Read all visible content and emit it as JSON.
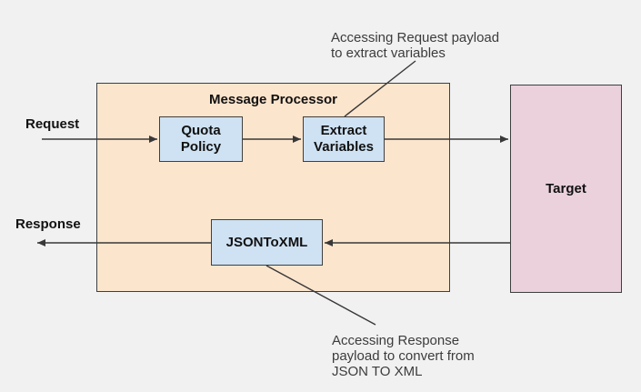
{
  "colors": {
    "background": "#f1f1f2",
    "container_fill": "#fce5cd",
    "process_fill": "#cfe2f3",
    "target_fill": "#ead1dc",
    "border": "#3f3f3f",
    "arrow": "#383838",
    "label_text": "#111111",
    "note_text": "#3c3c3c"
  },
  "diagram": {
    "container_title": "Message Processor",
    "flow": {
      "request_label": "Request",
      "response_label": "Response"
    },
    "nodes": {
      "quota_policy": {
        "lines": [
          "Quota",
          "Policy"
        ]
      },
      "extract_variables": {
        "lines": [
          "Extract",
          "Variables"
        ]
      },
      "json_to_xml": {
        "label": "JSONToXML"
      },
      "target": {
        "label": "Target"
      }
    },
    "annotations": {
      "request_note": {
        "lines": [
          "Accessing Request payload",
          "to extract variables"
        ]
      },
      "response_note": {
        "lines": [
          "Accessing Response",
          "payload to convert from",
          "JSON TO XML"
        ]
      }
    }
  }
}
